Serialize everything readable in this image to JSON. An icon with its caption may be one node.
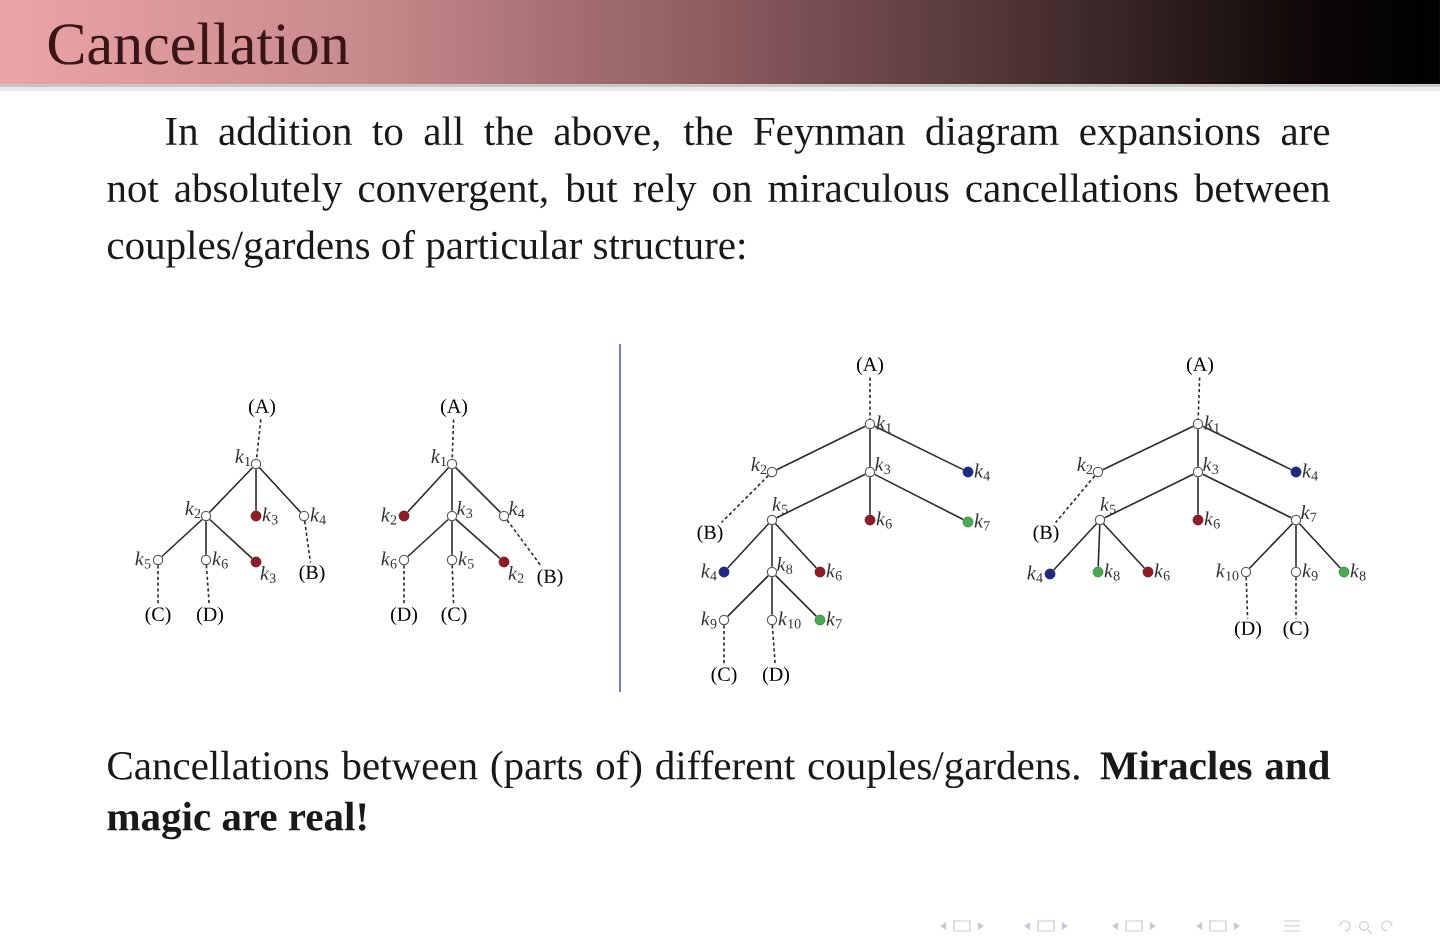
{
  "diagram": {
    "title": "Cancellation",
    "caption": "Cancellations between (parts of) different couples/gardens. **Miracles and magic are real!**",
    "labels": [
      "In addition to all the above, the Feynman diagram expansions are not absolutely convergent, but rely on miraculous cancellations between couples/gardens of particular structure:"
    ],
    "nodes": [
      {
        "text": [
          "(A)"
        ]
      },
      {
        "text": [],
        "shape": "circle",
        "beside": [
          "*k*$_{1}$"
        ]
      },
      {
        "text": [],
        "shape": "circle",
        "beside": [
          "*k*$_{2}$"
        ]
      },
      {
        "text": [],
        "shape": "dot",
        "beside": [
          "*k*$_{3}$"
        ]
      },
      {
        "text": [],
        "shape": "circle",
        "beside": [
          "*k*$_{4}$"
        ]
      },
      {
        "text": [],
        "shape": "circle",
        "beside": [
          "*k*$_{5}$"
        ]
      },
      {
        "text": [],
        "shape": "circle",
        "beside": [
          "*k*$_{6}$"
        ]
      },
      {
        "text": [],
        "shape": "dot",
        "beside": [
          "*k*$_{3}$"
        ]
      },
      {
        "text": [
          "(B)"
        ]
      },
      {
        "text": [
          "(C)"
        ]
      },
      {
        "text": [
          "(D)"
        ]
      },
      {
        "text": [
          "(A)"
        ]
      },
      {
        "text": [],
        "shape": "circle",
        "beside": [
          "*k*$_{1}$"
        ]
      },
      {
        "text": [],
        "shape": "dot",
        "beside": [
          "*k*$_{2}$"
        ]
      },
      {
        "text": [],
        "shape": "circle",
        "beside": [
          "*k*$_{3}$"
        ]
      },
      {
        "text": [],
        "shape": "circle",
        "beside": [
          "*k*$_{4}$"
        ]
      },
      {
        "text": [],
        "shape": "circle",
        "beside": [
          "*k*$_{6}$"
        ]
      },
      {
        "text": [],
        "shape": "circle",
        "beside": [
          "*k*$_{5}$"
        ]
      },
      {
        "text": [],
        "shape": "dot",
        "beside": [
          "*k*$_{2}$"
        ]
      },
      {
        "text": [
          "(B)"
        ]
      },
      {
        "text": [
          "(D)"
        ]
      },
      {
        "text": [
          "(C)"
        ]
      },
      {
        "text": [
          "(A)"
        ]
      },
      {
        "text": [],
        "shape": "circle",
        "beside": [
          "*k*$_{1}$"
        ]
      },
      {
        "text": [],
        "shape": "circle",
        "beside": [
          "*k*$_{2}$"
        ]
      },
      {
        "text": [],
        "shape": "circle",
        "beside": [
          "*k*$_{3}$"
        ]
      },
      {
        "text": [],
        "shape": "dot",
        "beside": [
          "*k*$_{4}$"
        ]
      },
      {
        "text": [],
        "shape": "circle",
        "beside": [
          "*k*$_{5}$"
        ]
      },
      {
        "text": [],
        "shape": "dot",
        "beside": [
          "*k*$_{6}$"
        ]
      },
      {
        "text": [],
        "shape": "dot",
        "beside": [
          "*k*$_{7}$"
        ]
      },
      {
        "text": [
          "(B)"
        ]
      },
      {
        "text": [],
        "shape": "dot",
        "beside": [
          "*k*$_{4}$"
        ]
      },
      {
        "text": [],
        "shape": "circle",
        "beside": [
          "*k*$_{8}$"
        ]
      },
      {
        "text": [],
        "shape": "dot",
        "beside": [
          "*k*$_{6}$"
        ]
      },
      {
        "text": [],
        "shape": "circle",
        "beside": [
          "*k*$_{9}$"
        ]
      },
      {
        "text": [],
        "shape": "circle",
        "beside": [
          "*k*$_{10}$"
        ]
      },
      {
        "text": [],
        "shape": "dot",
        "beside": [
          "*k*$_{7}$"
        ]
      },
      {
        "text": [
          "(C)"
        ]
      },
      {
        "text": [
          "(D)"
        ]
      },
      {
        "text": [
          "(A)"
        ]
      },
      {
        "text": [],
        "shape": "circle",
        "beside": [
          "*k*$_{1}$"
        ]
      },
      {
        "text": [],
        "shape": "circle",
        "beside": [
          "*k*$_{2}$"
        ]
      },
      {
        "text": [],
        "shape": "circle",
        "beside": [
          "*k*$_{3}$"
        ]
      },
      {
        "text": [],
        "shape": "dot",
        "beside": [
          "*k*$_{4}$"
        ]
      },
      {
        "text": [],
        "shape": "circle",
        "beside": [
          "*k*$_{5}$"
        ]
      },
      {
        "text": [],
        "shape": "dot",
        "beside": [
          "*k*$_{6}$"
        ]
      },
      {
        "text": [],
        "shape": "circle",
        "beside": [
          "*k*$_{7}$"
        ]
      },
      {
        "text": [
          "(B)"
        ]
      },
      {
        "text": [],
        "shape": "dot",
        "beside": [
          "*k*$_{4}$"
        ]
      },
      {
        "text": [],
        "shape": "dot",
        "beside": [
          "*k*$_{8}$"
        ]
      },
      {
        "text": [],
        "shape": "dot",
        "beside": [
          "*k*$_{6}$"
        ]
      },
      {
        "text": [],
        "shape": "circle",
        "beside": [
          "*k*$_{10}$"
        ]
      },
      {
        "text": [],
        "shape": "circle",
        "beside": [
          "*k*$_{9}$"
        ]
      },
      {
        "text": [],
        "shape": "dot",
        "beside": [
          "*k*$_{8}$"
        ]
      },
      {
        "text": [
          "(D)"
        ]
      },
      {
        "text": [
          "(C)"
        ]
      }
    ],
    "edges": [
      {
        "from": 0,
        "to": 1,
        "arrow": "none",
        "style": "dashed"
      },
      {
        "from": 1,
        "to": 2,
        "arrow": "none"
      },
      {
        "from": 1,
        "to": 3,
        "arrow": "none"
      },
      {
        "from": 1,
        "to": 4,
        "arrow": "none"
      },
      {
        "from": 2,
        "to": 5,
        "arrow": "none"
      },
      {
        "from": 2,
        "to": 6,
        "arrow": "none"
      },
      {
        "from": 2,
        "to": 7,
        "arrow": "none"
      },
      {
        "from": 4,
        "to": 8,
        "arrow": "none",
        "style": "dashed"
      },
      {
        "from": 5,
        "to": 9,
        "arrow": "none",
        "style": "dashed"
      },
      {
        "from": 6,
        "to": 10,
        "arrow": "none",
        "style": "dashed"
      },
      {
        "from": 11,
        "to": 12,
        "arrow": "none",
        "style": "dashed"
      },
      {
        "from": 12,
        "to": 13,
        "arrow": "none"
      },
      {
        "from": 12,
        "to": 14,
        "arrow": "none"
      },
      {
        "from": 12,
        "to": 15,
        "arrow": "none"
      },
      {
        "from": 14,
        "to": 16,
        "arrow": "none"
      },
      {
        "from": 14,
        "to": 17,
        "arrow": "none"
      },
      {
        "from": 14,
        "to": 18,
        "arrow": "none"
      },
      {
        "from": 15,
        "to": 19,
        "arrow": "none",
        "style": "dashed"
      },
      {
        "from": 16,
        "to": 20,
        "arrow": "none",
        "style": "dashed"
      },
      {
        "from": 17,
        "to": 21,
        "arrow": "none",
        "style": "dashed"
      },
      {
        "from": 22,
        "to": 23,
        "arrow": "none",
        "style": "dashed"
      },
      {
        "from": 23,
        "to": 24,
        "arrow": "none"
      },
      {
        "from": 23,
        "to": 25,
        "arrow": "none"
      },
      {
        "from": 23,
        "to": 26,
        "arrow": "none"
      },
      {
        "from": 24,
        "to": 30,
        "arrow": "none",
        "style": "dashed"
      },
      {
        "from": 25,
        "to": 27,
        "arrow": "none"
      },
      {
        "from": 25,
        "to": 28,
        "arrow": "none"
      },
      {
        "from": 25,
        "to": 29,
        "arrow": "none"
      },
      {
        "from": 27,
        "to": 31,
        "arrow": "none"
      },
      {
        "from": 27,
        "to": 32,
        "arrow": "none"
      },
      {
        "from": 27,
        "to": 33,
        "arrow": "none"
      },
      {
        "from": 32,
        "to": 34,
        "arrow": "none"
      },
      {
        "from": 32,
        "to": 35,
        "arrow": "none"
      },
      {
        "from": 32,
        "to": 36,
        "arrow": "none"
      },
      {
        "from": 34,
        "to": 37,
        "arrow": "none",
        "style": "dashed"
      },
      {
        "from": 35,
        "to": 38,
        "arrow": "none",
        "style": "dashed"
      },
      {
        "from": 39,
        "to": 40,
        "arrow": "none",
        "style": "dashed"
      },
      {
        "from": 40,
        "to": 41,
        "arrow": "none"
      },
      {
        "from": 40,
        "to": 42,
        "arrow": "none"
      },
      {
        "from": 40,
        "to": 43,
        "arrow": "none"
      },
      {
        "from": 41,
        "to": 47,
        "arrow": "none",
        "style": "dashed"
      },
      {
        "from": 42,
        "to": 44,
        "arrow": "none"
      },
      {
        "from": 42,
        "to": 45,
        "arrow": "none"
      },
      {
        "from": 42,
        "to": 46,
        "arrow": "none"
      },
      {
        "from": 44,
        "to": 48,
        "arrow": "none"
      },
      {
        "from": 44,
        "to": 49,
        "arrow": "none"
      },
      {
        "from": 44,
        "to": 50,
        "arrow": "none"
      },
      {
        "from": 46,
        "to": 51,
        "arrow": "none"
      },
      {
        "from": 46,
        "to": 52,
        "arrow": "none"
      },
      {
        "from": 46,
        "to": 53,
        "arrow": "none"
      },
      {
        "from": 51,
        "to": 54,
        "arrow": "none",
        "style": "dashed"
      },
      {
        "from": 52,
        "to": 55,
        "arrow": "none",
        "style": "dashed"
      }
    ]
  }
}
